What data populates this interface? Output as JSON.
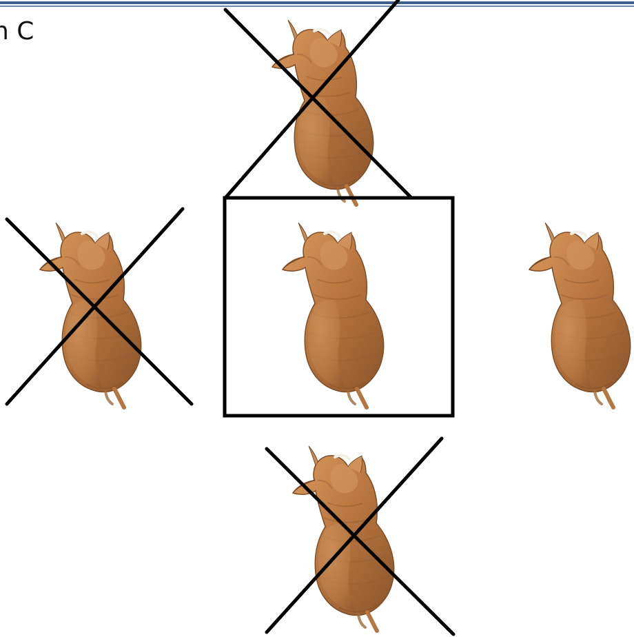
{
  "slide": {
    "partial_text": "n C",
    "accent_color": "#3d5f8f"
  },
  "figures": [
    {
      "id": "top",
      "subject": "cat-seen-from-behind",
      "crossed_out": true,
      "framed": false
    },
    {
      "id": "left",
      "subject": "cat-seen-from-behind",
      "crossed_out": true,
      "framed": false
    },
    {
      "id": "center",
      "subject": "cat-seen-from-behind",
      "crossed_out": false,
      "framed": true
    },
    {
      "id": "right",
      "subject": "cat-seen-from-behind",
      "crossed_out": false,
      "framed": false
    },
    {
      "id": "bottom",
      "subject": "cat-seen-from-behind",
      "crossed_out": true,
      "framed": false
    }
  ],
  "marks": {
    "cross_color": "#000000",
    "frame_color": "#000000"
  }
}
